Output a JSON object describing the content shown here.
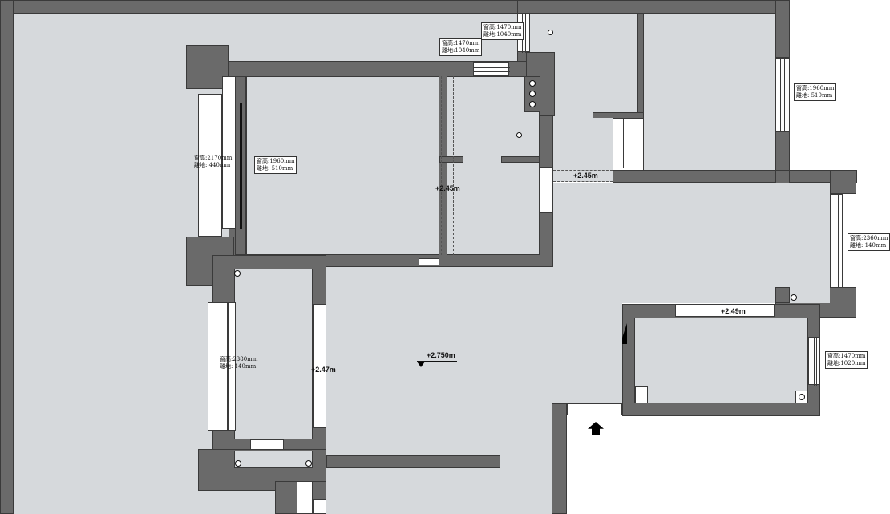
{
  "plan": {
    "colors": {
      "wall": "#6a6a6a",
      "floor": "#d6d9dc",
      "window": "#ffffff",
      "outline": "#3a3a3a",
      "background": "#ffffff"
    },
    "window_labels": [
      {
        "id": "top-left-1",
        "height": "窗高:1470mm",
        "sill": "離地:1040mm"
      },
      {
        "id": "top-left-2",
        "height": "窗高:1470mm",
        "sill": "離地:1040mm"
      },
      {
        "id": "left-bedroom-west",
        "height": "窗高:2170mm",
        "sill": "離地: 440mm"
      },
      {
        "id": "left-bedroom-inner",
        "height": "窗高:1960mm",
        "sill": "離地: 510mm"
      },
      {
        "id": "top-right",
        "height": "窗高:1960mm",
        "sill": "離地: 510mm"
      },
      {
        "id": "right-east",
        "height": "窗高:2360mm",
        "sill": "離地: 140mm"
      },
      {
        "id": "right-lower",
        "height": "窗高:1470mm",
        "sill": "離地:1020mm"
      },
      {
        "id": "left-lower",
        "height": "窗高:2380mm",
        "sill": "離地: 140mm"
      }
    ],
    "elevations": [
      {
        "id": "kitchen",
        "value": "+2.45m"
      },
      {
        "id": "corridor",
        "value": "+2.45m"
      },
      {
        "id": "bath",
        "value": "+2.49m"
      },
      {
        "id": "left-room",
        "value": "+2.47m"
      },
      {
        "id": "living",
        "value": "+2.750m"
      }
    ],
    "entrance": {
      "icon": "entrance-arrow-icon"
    }
  }
}
